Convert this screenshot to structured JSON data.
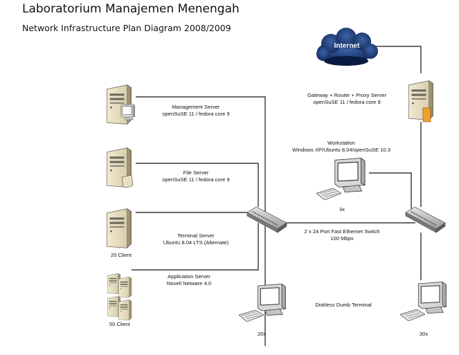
{
  "title": "Laboratorium Manajemen Menengah",
  "subtitle": "Network Infrastructure Plan Diagram 2008/2009",
  "internet": {
    "label": "Internet"
  },
  "gateway": {
    "name": "Gateway + Router + Proxy Server",
    "os": "openSuSE 11 / fedora core 9"
  },
  "management_server": {
    "name": "Management Server",
    "os": "openSuSE 11 / fedora core 9"
  },
  "file_server": {
    "name": "File Server",
    "os": "openSuSE 11 / fedora core 9"
  },
  "terminal_server": {
    "name": "Terminal Server",
    "os": "Ubuntu 8.04 LTS (Alternate)",
    "clients": "20 Client"
  },
  "application_server": {
    "name": "Application Server",
    "os": "Novell Netware 4.0",
    "clients": "50 Client"
  },
  "workstation": {
    "name": "Workstation",
    "os": "Windows XP/Ubuntu 8.04/openSuSE 10.3",
    "count": "3x"
  },
  "switch": {
    "name": "2 x 24 Port Fast Ethernet Switch",
    "speed": "100 Mbps"
  },
  "dumb_terminal": {
    "name": "Diskless Dumb Terminal",
    "count_left": "20x",
    "count_right": "30x"
  }
}
